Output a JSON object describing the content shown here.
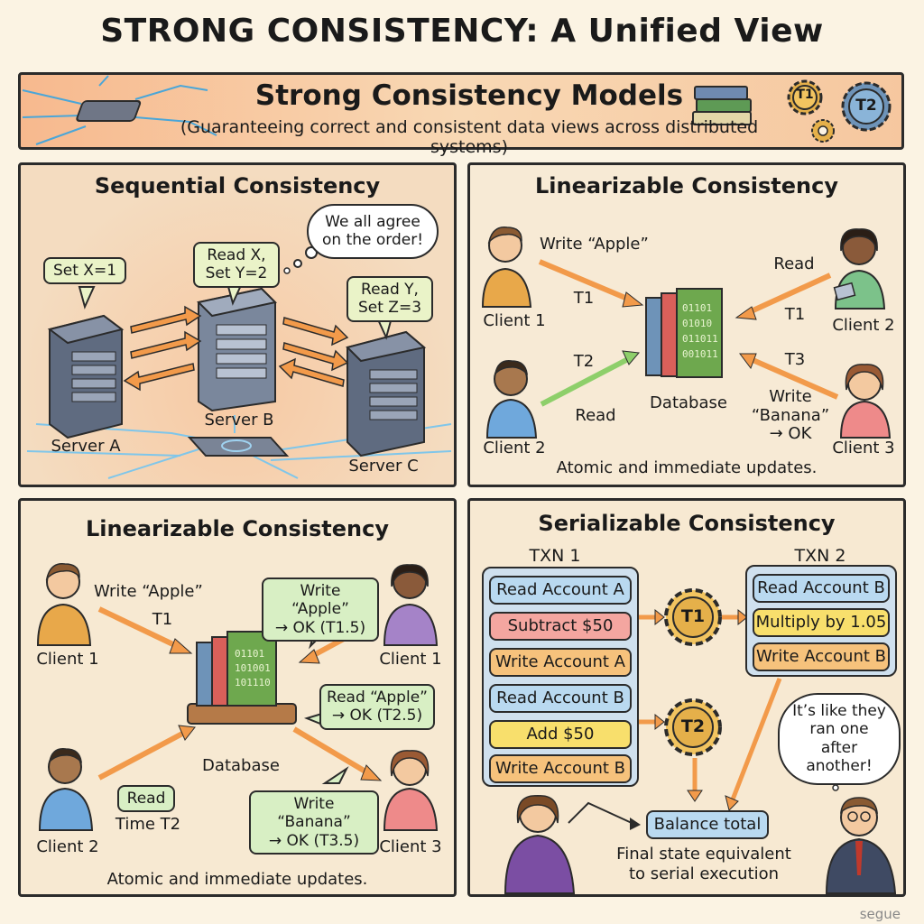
{
  "title": "STRONG CONSISTENCY: A Unified View",
  "banner": {
    "title": "Strong Consistency Models",
    "subtitle": "(Guaranteeing correct and consistent data views across distributed systems)",
    "gear1": "T1",
    "gear2": "T2"
  },
  "sequential": {
    "title": "Sequential Consistency",
    "bubble_a": "Set X=1",
    "bubble_b_line1": "Read X,",
    "bubble_b_line2": "Set Y=2",
    "bubble_c_line1": "Read Y,",
    "bubble_c_line2": "Set Z=3",
    "thought_line1": "We all agree",
    "thought_line2": "on the order!",
    "server_a": "Server A",
    "server_b": "Server B",
    "server_c": "Server C"
  },
  "linearizable_top": {
    "title": "Linearizable Consistency",
    "write_apple": "Write “Apple”",
    "t1_left": "T1",
    "client1": "Client 1",
    "t2": "T2",
    "read_left": "Read",
    "client2_left": "Client 2",
    "read_right": "Read",
    "t1_right": "T1",
    "client2_right": "Client 2",
    "t3": "T3",
    "write_banana_1": "Write",
    "write_banana_2": "“Banana”",
    "write_banana_3": "→ OK",
    "client3": "Client 3",
    "database": "Database",
    "caption": "Atomic and immediate updates.",
    "db_bits_1": "01101 01010 011011 001011"
  },
  "linearizable_bottom": {
    "title": "Linearizable Consistency",
    "write_apple": "Write “Apple”",
    "t1": "T1",
    "client1_left": "Client 1",
    "bubble_write_1": "Write “Apple”",
    "bubble_write_2": "→ OK (T1.5)",
    "client1_right": "Client 1",
    "bubble_read_1": "Read “Apple”",
    "bubble_read_2": "→ OK (T2.5)",
    "database": "Database",
    "read_box": "Read",
    "time_t2": "Time T2",
    "client2": "Client 2",
    "bubble_banana_1": "Write “Banana”",
    "bubble_banana_2": "→ OK (T3.5)",
    "client3": "Client 3",
    "caption": "Atomic and immediate updates."
  },
  "serializable": {
    "title": "Serializable Consistency",
    "txn1_label": "TXN 1",
    "txn2_label": "TXN 2",
    "txn1_ops": [
      {
        "label": "Read Account A",
        "color": "blue"
      },
      {
        "label": "Subtract $50",
        "color": "red"
      },
      {
        "label": "Write Account A",
        "color": "orange"
      },
      {
        "label": "Read Account B",
        "color": "blue"
      },
      {
        "label": "Add $50",
        "color": "yellow"
      },
      {
        "label": "Write Account B",
        "color": "orange"
      }
    ],
    "txn2_ops": [
      {
        "label": "Read Account B",
        "color": "blue"
      },
      {
        "label": "Multiply by 1.05",
        "color": "yellow"
      },
      {
        "label": "Write Account B",
        "color": "orange"
      }
    ],
    "gear1": "T1",
    "gear2": "T2",
    "cloud_line1": "It’s like they",
    "cloud_line2": "ran one after",
    "cloud_line3": "another!",
    "balance_total": "Balance total",
    "final_line1": "Final state equivalent",
    "final_line2": "to serial execution"
  },
  "watermark": "segue",
  "colors": {
    "arrow_orange": "#f29a4a",
    "arrow_green": "#8ecf6a",
    "server": "#5f6b80",
    "panel_border": "#2b2b2b"
  }
}
